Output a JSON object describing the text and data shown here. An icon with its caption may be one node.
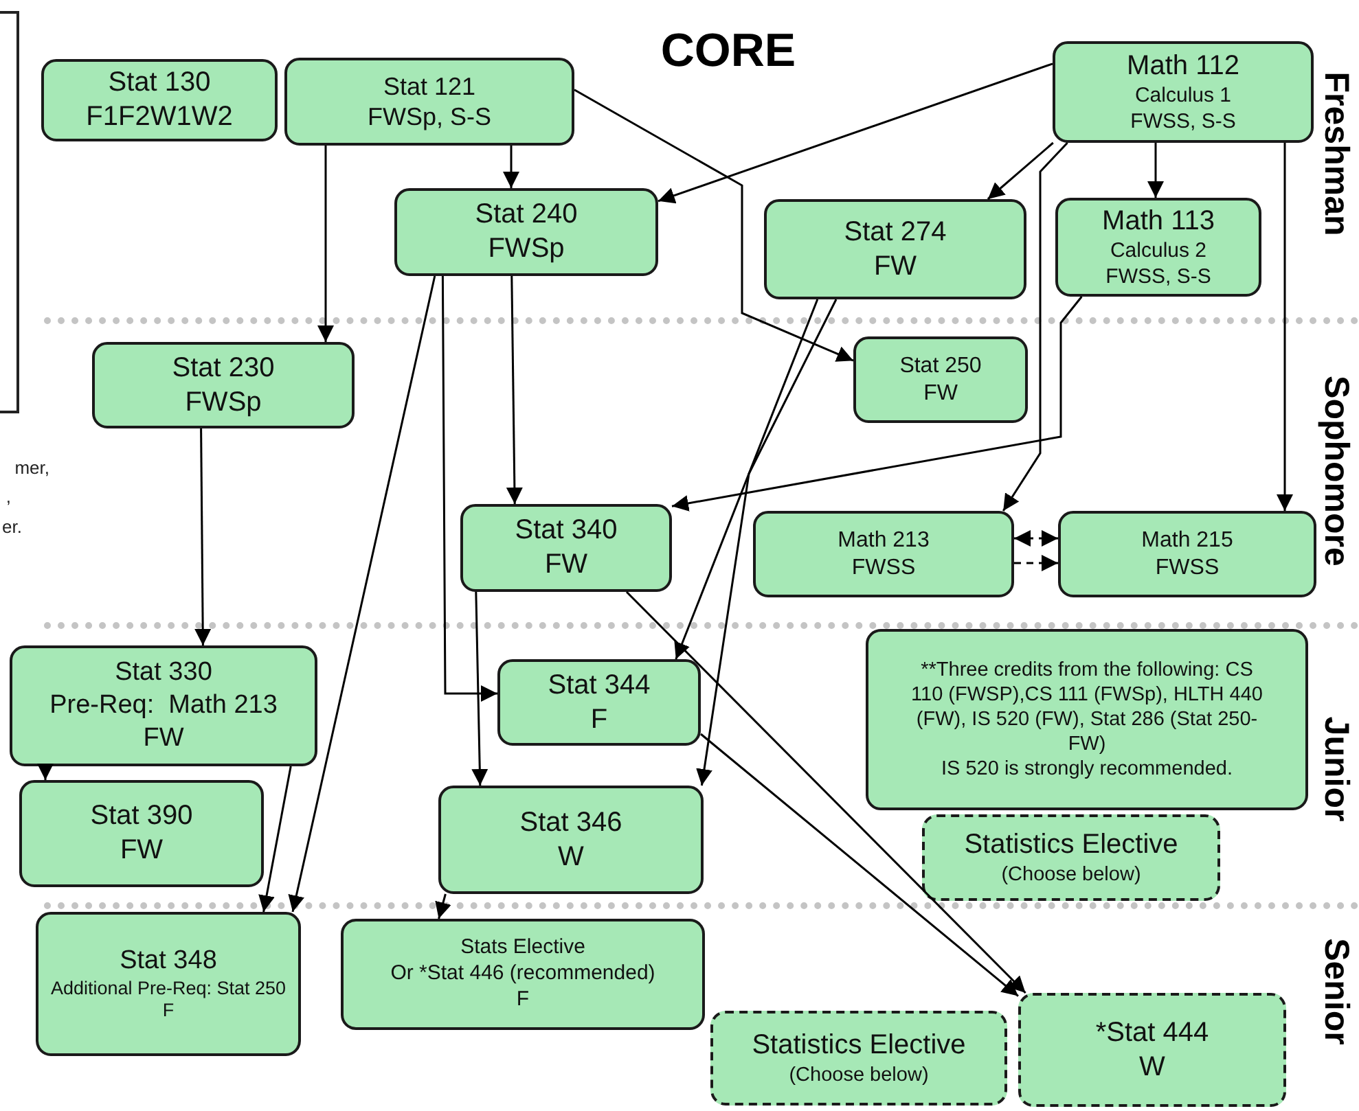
{
  "diagram": {
    "title": "CORE",
    "nodes": [
      {
        "text": [
          "Stat 130",
          "F1F2W1W2"
        ]
      },
      {
        "text": [
          "Stat 121",
          "FWSp, S-S"
        ]
      },
      {
        "text": [
          "Math 112",
          "Calculus 1",
          "FWSS, S-S"
        ]
      },
      {
        "text": [
          "Stat 240",
          "FWSp"
        ]
      },
      {
        "text": [
          "Stat 274",
          "FW"
        ]
      },
      {
        "text": [
          "Math 113",
          "Calculus 2",
          "FWSS, S-S"
        ]
      },
      {
        "text": [
          "Stat 230",
          "FWSp"
        ]
      },
      {
        "text": [
          "Stat 250",
          "FW"
        ]
      },
      {
        "text": [
          "Stat 340",
          "FW"
        ]
      },
      {
        "text": [
          "Math 213",
          "FWSS"
        ]
      },
      {
        "text": [
          "Math 215",
          "FWSS"
        ]
      },
      {
        "text": [
          "Stat 330",
          "Pre-Req:  Math 213",
          "FW"
        ]
      },
      {
        "text": [
          "Stat 344",
          "F"
        ]
      },
      {
        "text": [
          "**Three credits from the following: CS 110 (FWSP),CS 111 (FWSp), HLTH 440 (FW), IS 520 (FW), Stat 286 (Stat 250-FW)",
          "IS 520 is strongly recommended."
        ]
      },
      {
        "text": [
          "Stat 390",
          "FW"
        ]
      },
      {
        "text": [
          "Stat 346",
          "W"
        ]
      },
      {
        "text": [
          "Statistics Elective",
          "(Choose below)"
        ]
      },
      {
        "text": [
          "Stat 348",
          "Additional Pre-Req: Stat 250",
          "F"
        ]
      },
      {
        "text": [
          "Stats Elective",
          "Or *Stat 446 (recommended)",
          "F"
        ]
      },
      {
        "text": [
          "Statistics Elective",
          "(Choose below)"
        ]
      },
      {
        "text": [
          "*Stat 444",
          "W"
        ]
      }
    ],
    "edges": [
      {
        "from": 1,
        "to": 3,
        "arrow": "to"
      },
      {
        "from": 1,
        "to": 6,
        "arrow": "to"
      },
      {
        "from": 1,
        "to": 7,
        "arrow": "to"
      },
      {
        "from": 2,
        "to": 3,
        "arrow": "to"
      },
      {
        "from": 2,
        "to": 4,
        "arrow": "to"
      },
      {
        "from": 2,
        "to": 5,
        "arrow": "to"
      },
      {
        "from": 2,
        "to": 9,
        "arrow": "to"
      },
      {
        "from": 2,
        "to": 10,
        "arrow": "to"
      },
      {
        "from": 3,
        "to": 8,
        "arrow": "to"
      },
      {
        "from": 3,
        "to": 12,
        "arrow": "to"
      },
      {
        "from": 3,
        "to": 17,
        "arrow": "to"
      },
      {
        "from": 5,
        "to": 8,
        "arrow": "to"
      },
      {
        "from": 4,
        "to": 12,
        "arrow": "to"
      },
      {
        "from": 4,
        "to": 15,
        "arrow": "to"
      },
      {
        "from": 6,
        "to": 11,
        "arrow": "to"
      },
      {
        "from": 9,
        "to": 10,
        "arrow": "both",
        "style": "dashed"
      },
      {
        "from": 9,
        "to": 10,
        "arrow": "to",
        "style": "dashed"
      },
      {
        "from": 8,
        "to": 15,
        "arrow": "to"
      },
      {
        "from": 8,
        "to": 20,
        "arrow": "to"
      },
      {
        "from": 12,
        "to": 20,
        "arrow": "to"
      },
      {
        "from": 11,
        "to": 14,
        "arrow": "to"
      },
      {
        "from": 11,
        "to": 17,
        "arrow": "to"
      },
      {
        "from": 15,
        "to": 18,
        "arrow": "to"
      }
    ],
    "labels": [
      "Freshman",
      "Sophomore",
      "Junior",
      "Senior",
      "mer,",
      ",",
      "er."
    ]
  }
}
